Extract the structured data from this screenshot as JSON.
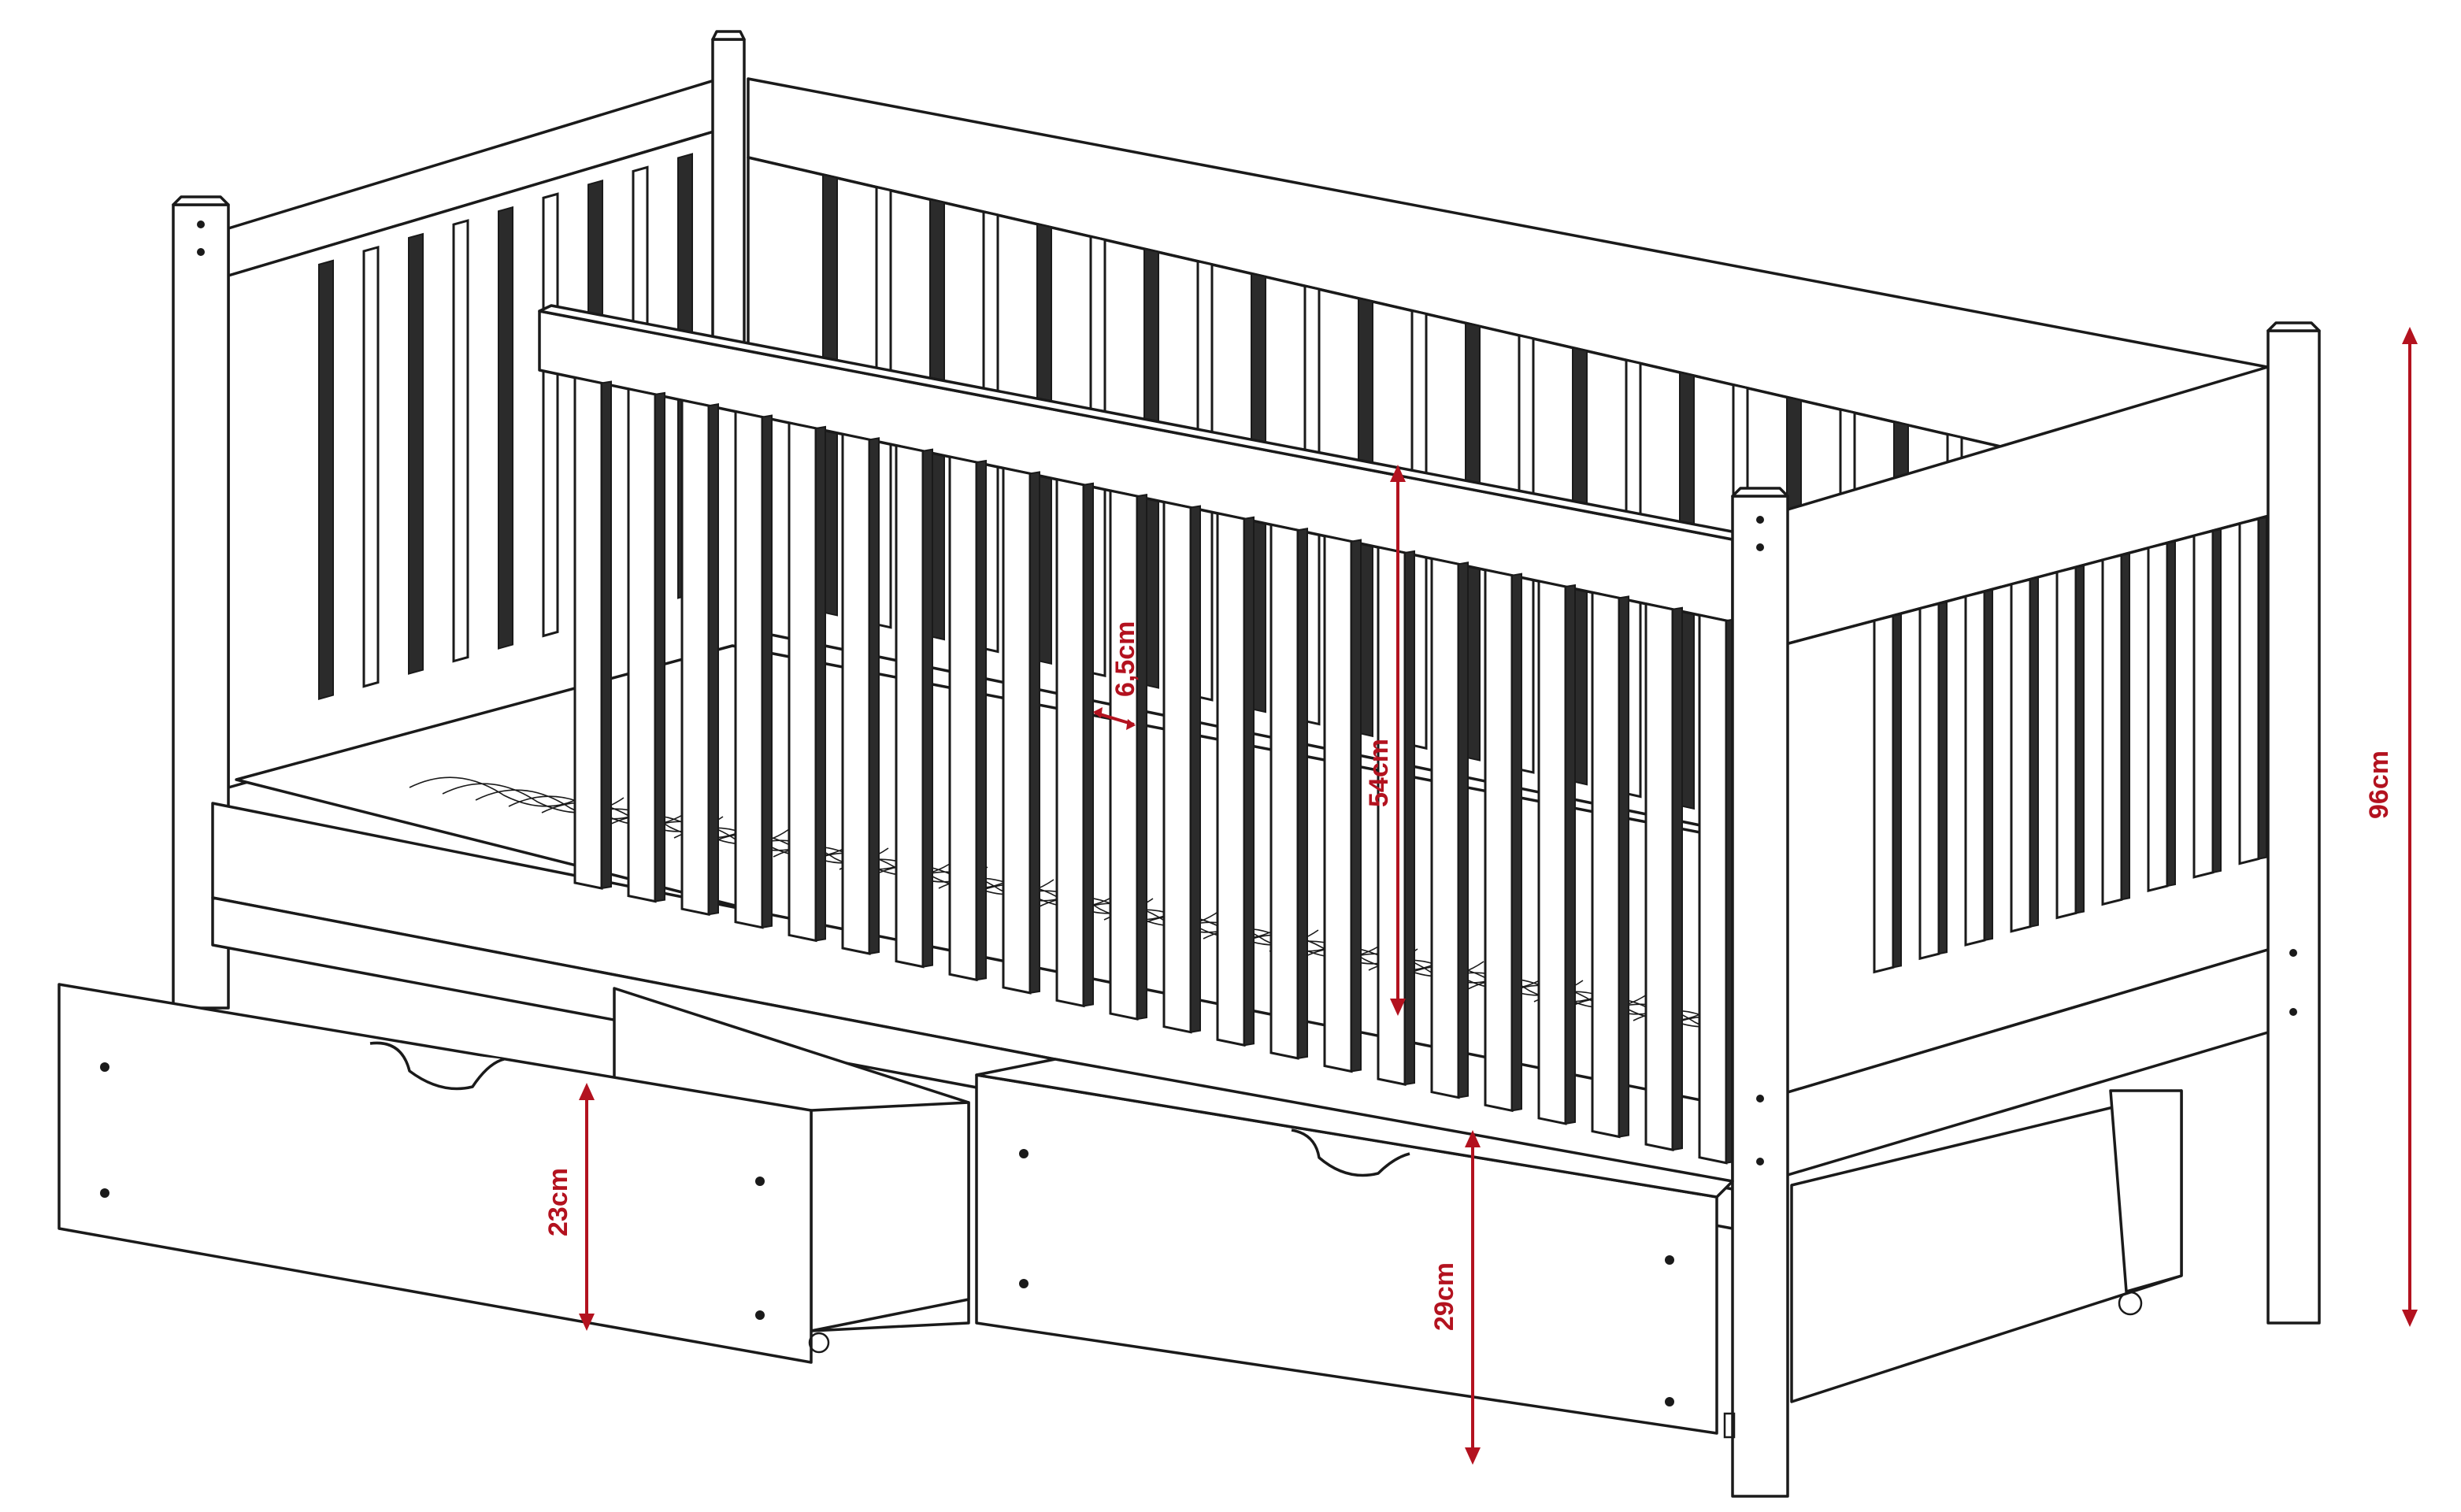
{
  "dimensions": {
    "slat_gap": "6,5cm",
    "rail_height": "54cm",
    "total_height": "96cm",
    "left_drawer_height": "23cm",
    "right_drawer_height": "29cm"
  },
  "colors": {
    "dimension": "#b3121f",
    "outline": "#1a1a1a",
    "background": "#ffffff"
  }
}
